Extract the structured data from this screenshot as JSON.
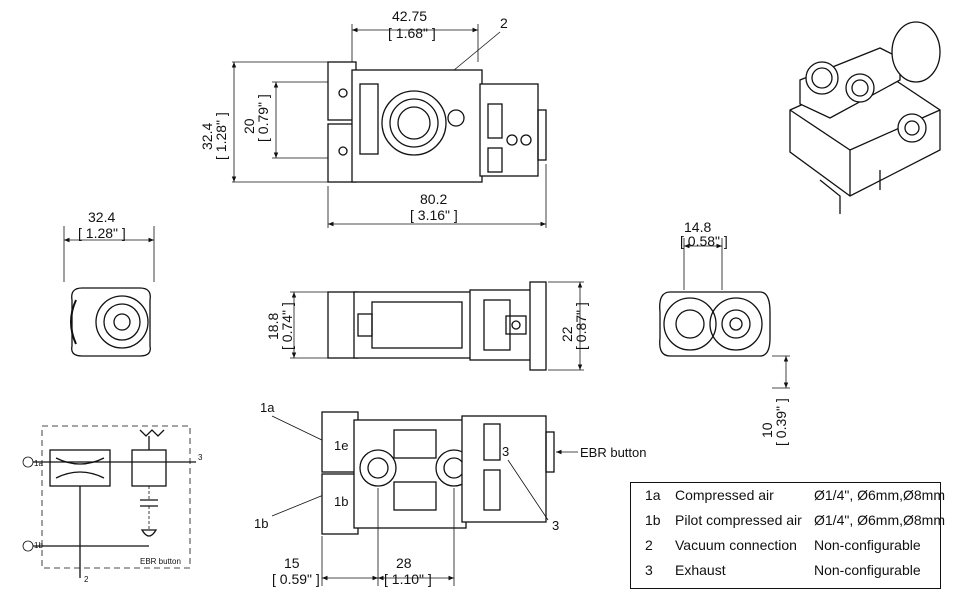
{
  "drawing": {
    "top_view": {
      "width_mm": "42.75",
      "width_in": "[ 1.68\" ]",
      "height_mm": "32.4",
      "height_in": "[ 1.28\" ]",
      "inner_mm": "20",
      "inner_in": "[ 0.79\" ]",
      "length_mm": "80.2",
      "length_in": "[ 3.16\" ]",
      "callout": "2"
    },
    "end_view_left": {
      "width_mm": "32.4",
      "width_in": "[ 1.28\" ]"
    },
    "side_view": {
      "height_mm": "18.8",
      "height_in": "[ 0.74\" ]",
      "flange_mm": "22",
      "flange_in": "[ 0.87\" ]"
    },
    "end_view_right": {
      "width_mm": "14.8",
      "width_in": "[ 0.58\" ]",
      "offset_mm": "10",
      "offset_in": "[ 0.39\" ]"
    },
    "bottom_view": {
      "port_1a": "1a",
      "port_1b": "1b",
      "port_1a_mark": "1e",
      "port_1b_mark": "1b",
      "exhaust_mark": "3",
      "exhaust_callout": "3",
      "ebr_label": "EBR button",
      "offset_mm": "15",
      "offset_in": "[ 0.59\" ]",
      "pitch_mm": "28",
      "pitch_in": "[ 1.10\" ]"
    },
    "schematic": {
      "port_1a": "1a",
      "port_1b": "1b",
      "port_2": "2",
      "port_3": "3",
      "ebr_label": "EBR button"
    }
  },
  "legend": {
    "rows": [
      {
        "id": "1a",
        "description": "Compressed air",
        "size": "Ø1/4\", Ø6mm,Ø8mm"
      },
      {
        "id": "1b",
        "description": "Pilot compressed air",
        "size": "Ø1/4\", Ø6mm,Ø8mm"
      },
      {
        "id": "2",
        "description": "Vacuum connection",
        "size": "Non-configurable"
      },
      {
        "id": "3",
        "description": "Exhaust",
        "size": "Non-configurable"
      }
    ]
  }
}
